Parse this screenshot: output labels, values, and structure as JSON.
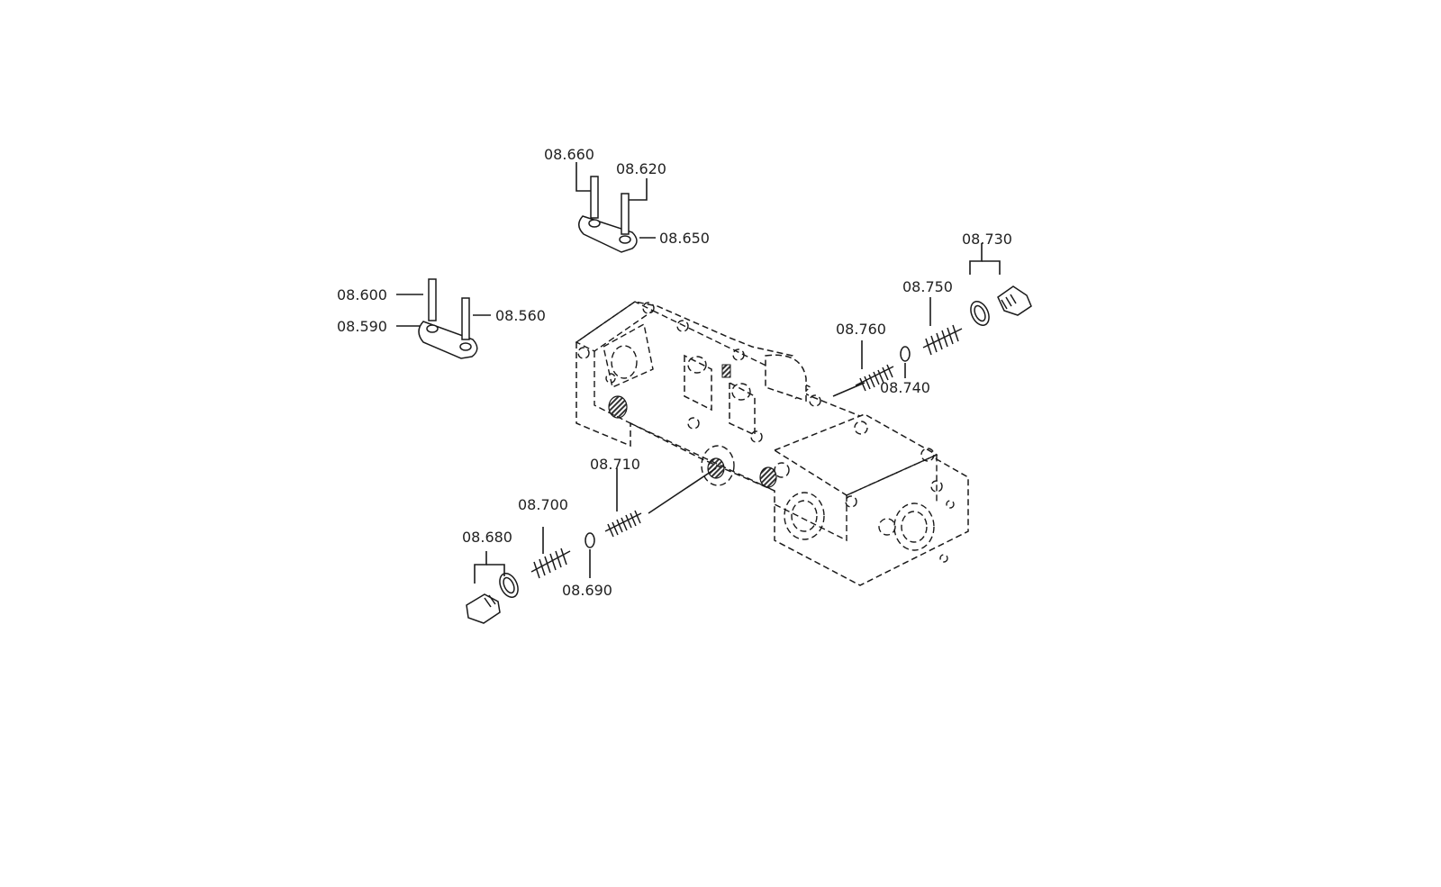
{
  "diagram": {
    "part_labels": {
      "p08660": "08.660",
      "p08620": "08.620",
      "p08650": "08.650",
      "p08600": "08.600",
      "p08590": "08.590",
      "p08560": "08.560",
      "p08730": "08.730",
      "p08750": "08.750",
      "p08760": "08.760",
      "p08740": "08.740",
      "p08710": "08.710",
      "p08700": "08.700",
      "p08680": "08.680",
      "p08690": "08.690"
    }
  }
}
